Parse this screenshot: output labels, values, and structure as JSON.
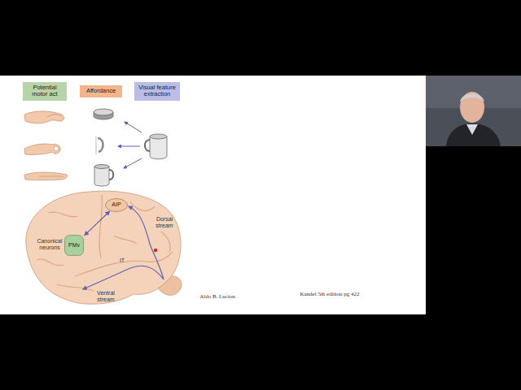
{
  "diagram": {
    "nodes": [
      {
        "text": [
          "Potential motor act"
        ]
      },
      {
        "text": [
          "Affordance"
        ]
      },
      {
        "text": [
          "Visual feature extraction"
        ]
      },
      {
        "text": [
          "AIP"
        ]
      },
      {
        "text": [
          "PMv"
        ]
      }
    ],
    "edges": [
      {
        "from": 4,
        "to": 3,
        "arrow": "both"
      }
    ],
    "labels": [
      "Canonical neurons",
      "Dorsal stream",
      "IT",
      "Ventral stream",
      "Aldo B. Lucion",
      "Kandel 5th edition pg 422"
    ]
  }
}
